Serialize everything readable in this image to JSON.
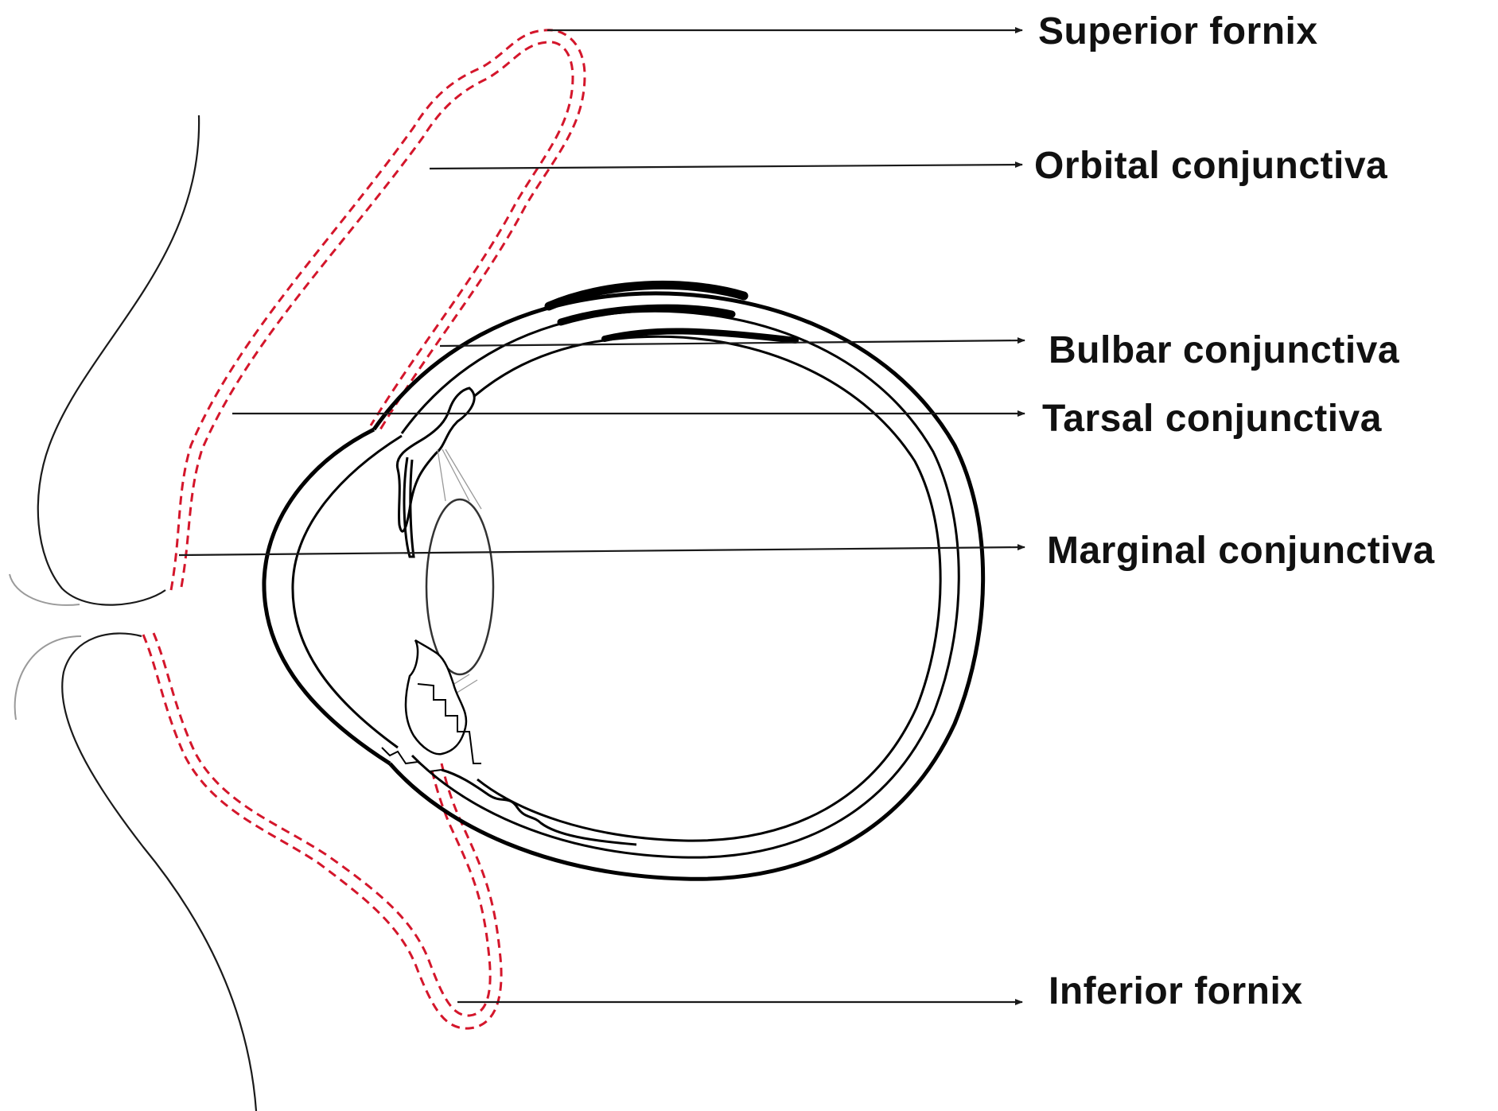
{
  "labels": {
    "superior_fornix": "Superior fornix",
    "orbital_conjunctiva": "Orbital conjunctiva",
    "bulbar_conjunctiva": "Bulbar conjunctiva",
    "tarsal_conjunctiva": "Tarsal conjunctiva",
    "marginal_conjunctiva": "Marginal conjunctiva",
    "inferior_fornix": "Inferior fornix"
  },
  "colors": {
    "conjunctiva": "#d4162b",
    "outline": "#1a1a1a",
    "background": "#ffffff"
  }
}
